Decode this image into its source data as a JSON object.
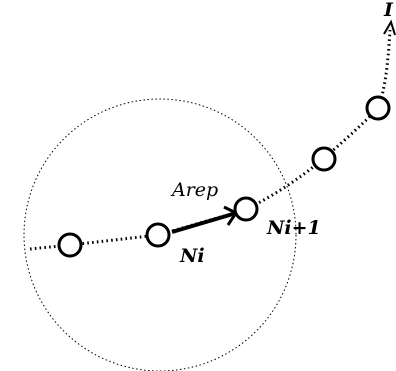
{
  "labels": {
    "arrow": "Arep",
    "node_i": "Ni",
    "node_i1": "Ni+1",
    "top_letter": "I"
  },
  "colors": {
    "stroke": "#000000",
    "node_fill": "#ffffff",
    "background": "#ffffff"
  }
}
